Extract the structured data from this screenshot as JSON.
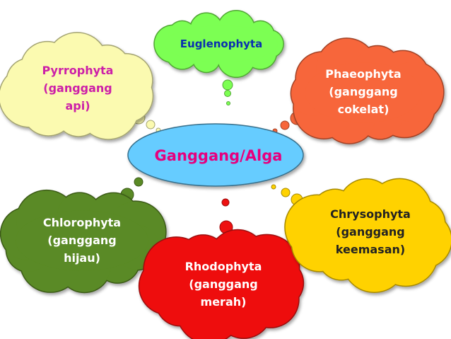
{
  "center": {
    "label": "Ganggang/Alga",
    "fill": "#66ccff",
    "text_color": "#e6007e"
  },
  "nodes": [
    {
      "id": "euglenophyta",
      "lines": [
        "Euglenophyta"
      ],
      "fill": "#7cff52",
      "text_color": "#0a2fb0"
    },
    {
      "id": "pyrrophyta",
      "lines": [
        "Pyrrophyta",
        "(ganggang",
        "api)"
      ],
      "fill": "#fbfab0",
      "text_color": "#cc1fa8"
    },
    {
      "id": "phaeophyta",
      "lines": [
        "Phaeophyta",
        "(ganggang",
        "cokelat)"
      ],
      "fill": "#f7663a",
      "text_color": "#ffffff"
    },
    {
      "id": "chlorophyta",
      "lines": [
        "Chlorophyta",
        "(ganggang",
        "hijau)"
      ],
      "fill": "#5a8a25",
      "text_color": "#ffffff"
    },
    {
      "id": "rhodophyta",
      "lines": [
        "Rhodophyta",
        "(ganggang",
        "merah)"
      ],
      "fill": "#ee1111",
      "text_color": "#ffffff"
    },
    {
      "id": "chrysophyta",
      "lines": [
        "Chrysophyta",
        "(ganggang",
        "keemasan)"
      ],
      "fill": "#ffd200",
      "text_color": "#222222"
    }
  ]
}
